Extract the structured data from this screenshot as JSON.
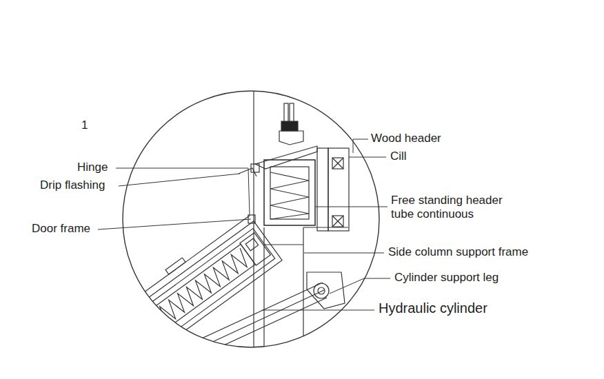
{
  "diagram": {
    "labels": [
      "1",
      "Wood header",
      "Cill",
      "Hinge",
      "Drip flashing",
      "Free standing header tube continuous",
      "Door frame",
      "Side column support frame",
      "Cylinder support leg",
      "Hydraulic cylinder"
    ]
  }
}
